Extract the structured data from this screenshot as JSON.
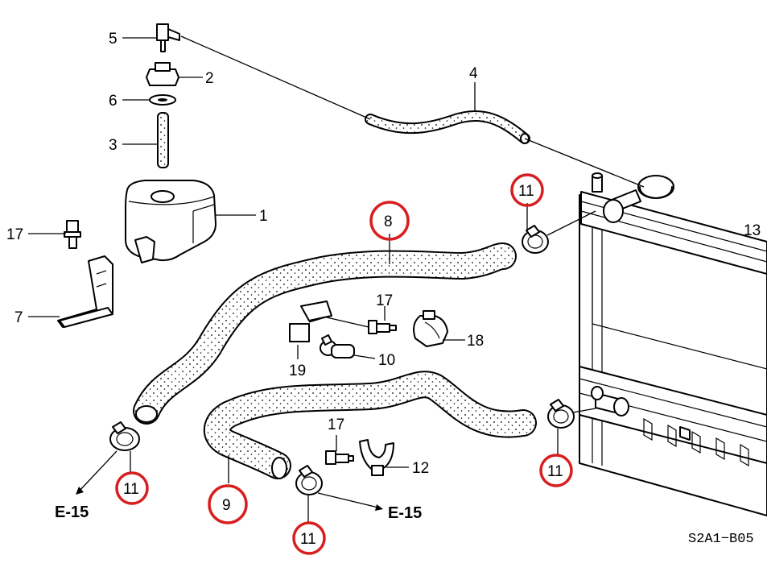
{
  "labels": {
    "p1": "1",
    "p2": "2",
    "p3": "3",
    "p4": "4",
    "p5": "5",
    "p6": "6",
    "p7": "7",
    "p8": "8",
    "p9": "9",
    "p10": "10",
    "p12": "12",
    "p13": "13",
    "p17a": "17",
    "p17b": "17",
    "p17c": "17",
    "p18": "18",
    "p19": "19",
    "p11a": "11",
    "p11b": "11",
    "p11c": "11",
    "p11d": "11",
    "ref_left": "E-15",
    "ref_bottom": "E-15",
    "diagram_code": "S2A1−B05"
  },
  "highlight_color": "#d81e1e"
}
